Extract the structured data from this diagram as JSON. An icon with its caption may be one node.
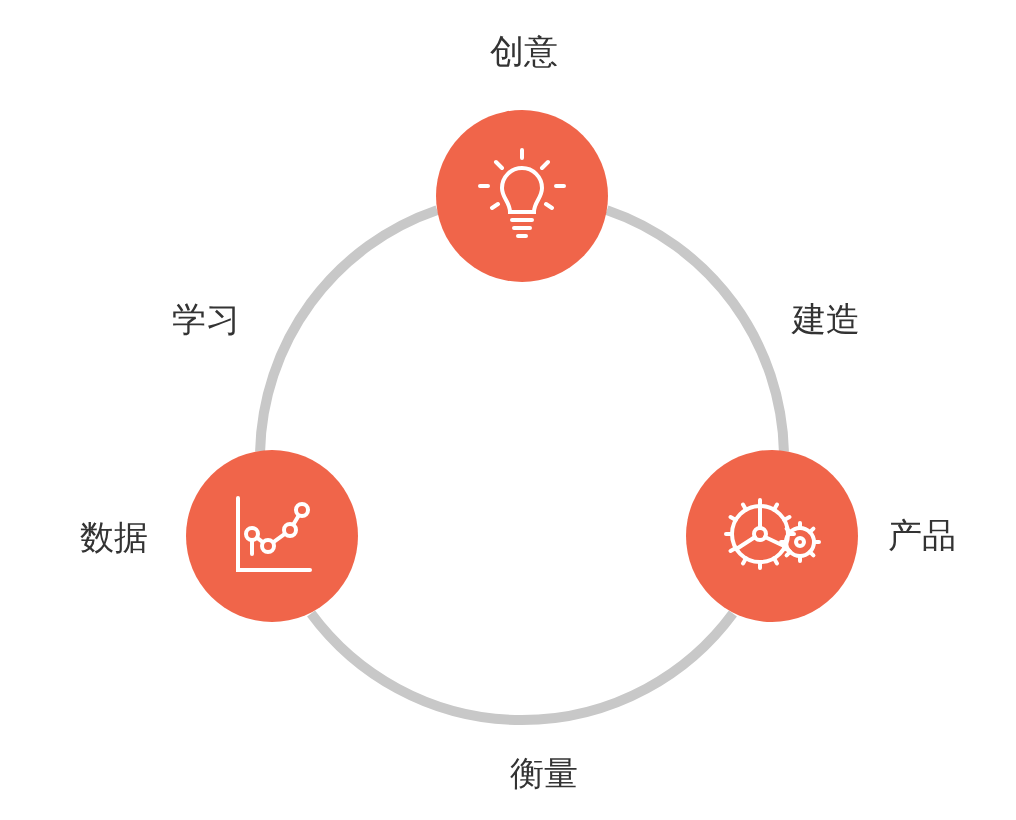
{
  "diagram": {
    "nodes": [
      {
        "text": [],
        "shape": "circle",
        "beside": [
          "创意"
        ]
      },
      {
        "text": [],
        "shape": "circle",
        "beside": [
          "产品"
        ]
      },
      {
        "text": [],
        "shape": "circle",
        "beside": [
          "数据"
        ]
      }
    ],
    "edges": [
      {
        "from": 0,
        "to": 1,
        "arrow": "none",
        "label": "建造"
      },
      {
        "from": 1,
        "to": 2,
        "arrow": "none",
        "label": "衡量"
      },
      {
        "from": 2,
        "to": 0,
        "arrow": "none",
        "label": "学习"
      }
    ]
  }
}
